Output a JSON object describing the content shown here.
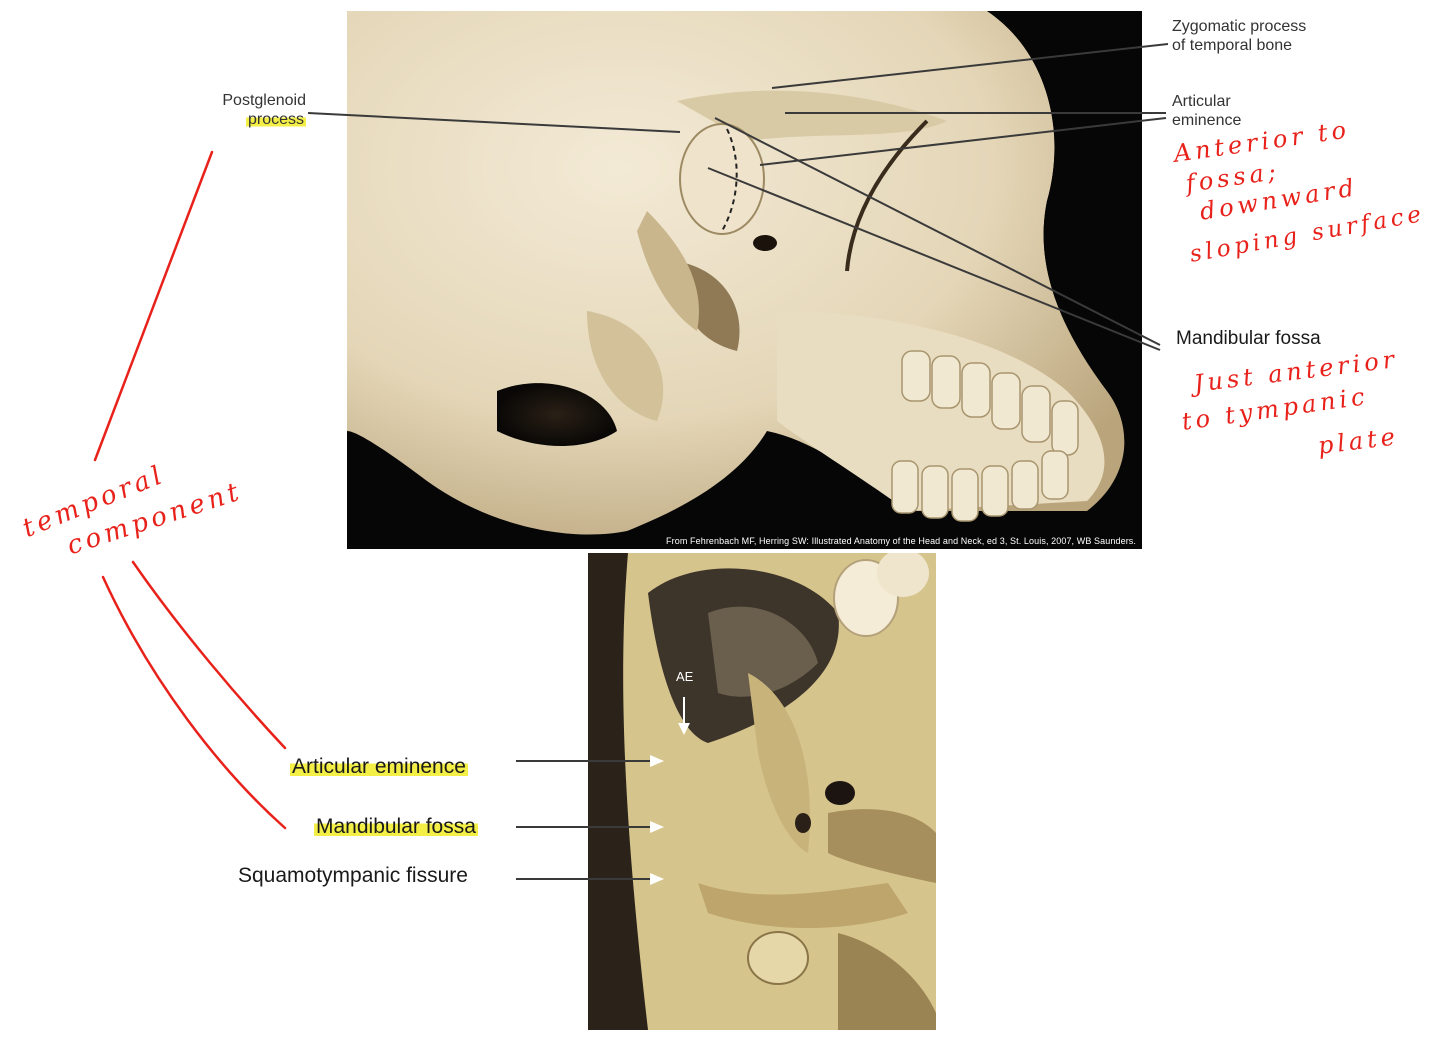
{
  "photo_top": {
    "credit": "From Fehrenbach MF, Herring SW: Illustrated Anatomy of the Head and Neck, ed 3, St. Louis, 2007, WB Saunders."
  },
  "labels": {
    "zygomatic_line1": "Zygomatic process",
    "zygomatic_line2": "of temporal bone",
    "postglenoid_line1": "Postglenoid",
    "postglenoid_line2": "process",
    "articular_line1": "Articular",
    "articular_line2": "eminence",
    "mandibular_fossa_top": "Mandibular fossa",
    "articular_eminence_bottom": "Articular eminence",
    "mandibular_fossa_bottom": "Mandibular fossa",
    "squamotympanic": "Squamotympanic fissure",
    "ae": "AE"
  },
  "handwriting": {
    "articular_note": [
      "Anterior to",
      "fossa;",
      "downward",
      "sloping surface"
    ],
    "fossa_note": [
      "Just anterior",
      "to tympanic",
      "plate"
    ],
    "temporal_note": [
      "temporal",
      "component"
    ]
  },
  "colors": {
    "ink_red": "#e8221b",
    "highlight": "#f4ef46",
    "bone": "#e7dcc2",
    "background_photo": "#060606"
  }
}
